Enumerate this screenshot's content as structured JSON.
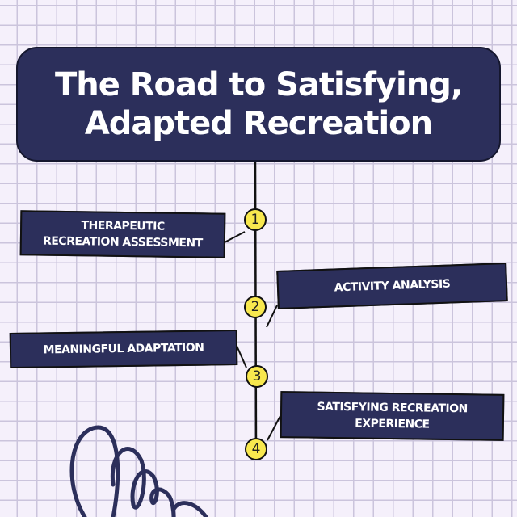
{
  "title": {
    "line1": "The Road to Satisfying,",
    "line2": "Adapted Recreation"
  },
  "steps": [
    {
      "number": "1",
      "label": "THERAPEUTIC RECREATION ASSESSMENT"
    },
    {
      "number": "2",
      "label": "ACTIVITY ANALYSIS"
    },
    {
      "number": "3",
      "label": "MEANINGFUL ADAPTATION"
    },
    {
      "number": "4",
      "label": "SATISFYING RECREATION EXPERIENCE"
    }
  ],
  "colors": {
    "navy": "#2c2f5b",
    "yellow": "#f8e84e",
    "background": "#f5f0fb"
  }
}
